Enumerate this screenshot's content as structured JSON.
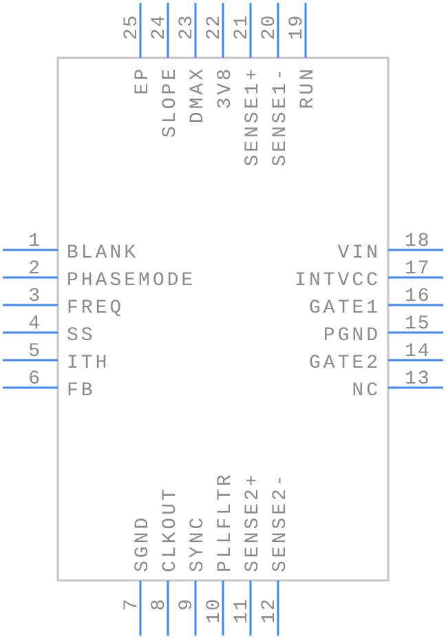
{
  "title": "IC schematic symbol",
  "colors": {
    "pin": "#3f88f2",
    "body_outline": "#c4c4c4",
    "text": "#8a8a8a"
  },
  "left_pins": [
    {
      "number": "1",
      "name": "BLANK"
    },
    {
      "number": "2",
      "name": "PHASEMODE"
    },
    {
      "number": "3",
      "name": "FREQ"
    },
    {
      "number": "4",
      "name": "SS"
    },
    {
      "number": "5",
      "name": "ITH"
    },
    {
      "number": "6",
      "name": "FB"
    }
  ],
  "right_pins": [
    {
      "number": "18",
      "name": "VIN"
    },
    {
      "number": "17",
      "name": "INTVCC"
    },
    {
      "number": "16",
      "name": "GATE1"
    },
    {
      "number": "15",
      "name": "PGND"
    },
    {
      "number": "14",
      "name": "GATE2"
    },
    {
      "number": "13",
      "name": "NC"
    }
  ],
  "top_pins": [
    {
      "number": "25",
      "name": "EP"
    },
    {
      "number": "24",
      "name": "SLOPE"
    },
    {
      "number": "23",
      "name": "DMAX"
    },
    {
      "number": "22",
      "name": "3V8"
    },
    {
      "number": "21",
      "name": "SENSE1+"
    },
    {
      "number": "20",
      "name": "SENSE1-"
    },
    {
      "number": "19",
      "name": "RUN"
    }
  ],
  "bottom_pins": [
    {
      "number": "7",
      "name": "SGND"
    },
    {
      "number": "8",
      "name": "CLKOUT"
    },
    {
      "number": "9",
      "name": "SYNC"
    },
    {
      "number": "10",
      "name": "PLLFLTR"
    },
    {
      "number": "11",
      "name": "SENSE2+"
    },
    {
      "number": "12",
      "name": "SENSE2-"
    }
  ]
}
